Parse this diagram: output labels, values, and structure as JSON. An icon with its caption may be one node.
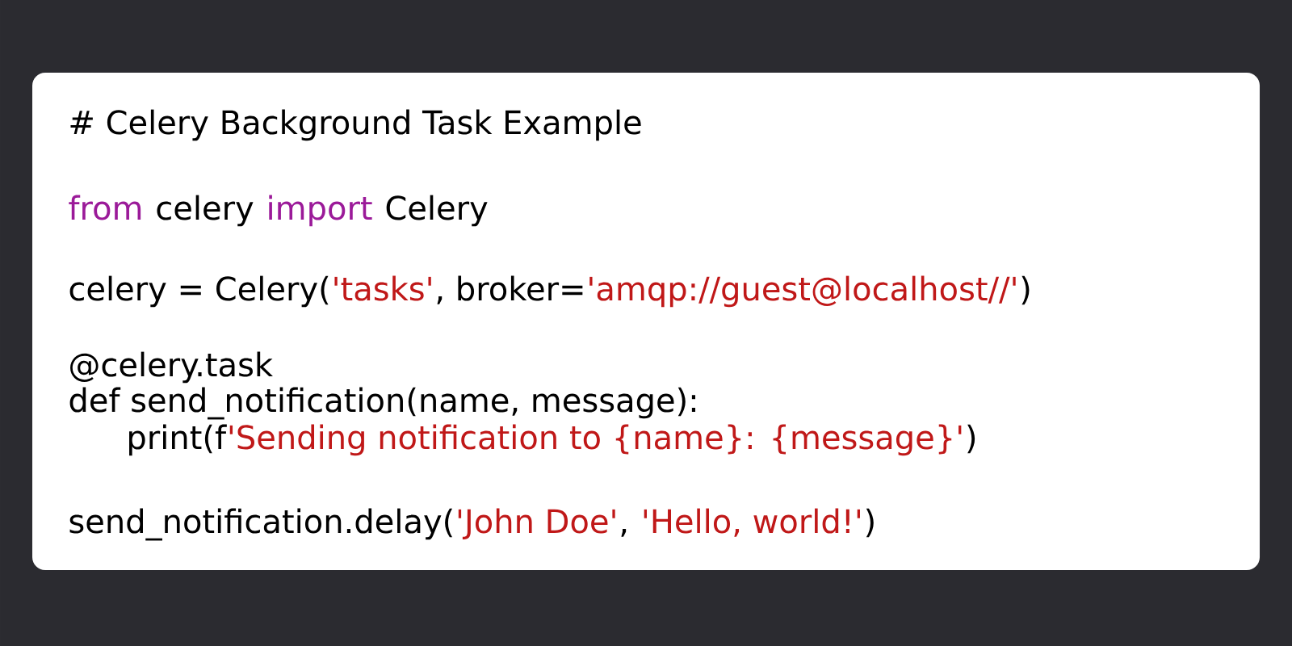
{
  "diagram": {
    "labels": [
      "# Celery Background Task Example",
      "from",
      "celery",
      "import",
      "Celery",
      "celery = Celery(",
      "'tasks'",
      ", broker=",
      "'amqp://guest@localhost//'",
      ")",
      "@celery.task",
      "def send_notification(name, message):",
      "print(f",
      "'Sending notification to {name}: {message}'",
      ")",
      "send_notification.delay(",
      "'John Doe'",
      ",",
      "'Hello, world!'",
      ")"
    ]
  }
}
